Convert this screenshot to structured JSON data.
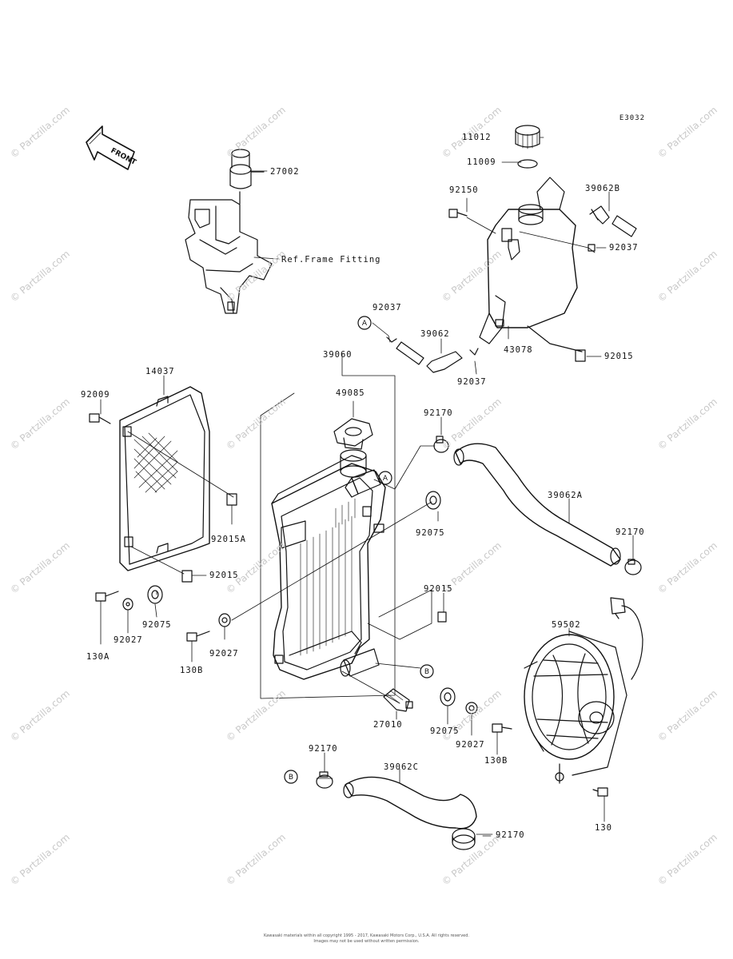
{
  "diagram_code": "E3032",
  "front_label": "FRONT",
  "watermark_text": "© Partzilla.com",
  "ref_label": "Ref.Frame Fitting",
  "callouts": {
    "a": "A",
    "b": "B"
  },
  "parts": {
    "p11012": "11012",
    "p11009": "11009",
    "p92150": "92150",
    "p39062b": "39062B",
    "p92037_top": "92037",
    "p27002": "27002",
    "p92037_left": "92037",
    "p39062": "39062",
    "p92037_bottom": "92037",
    "p43078": "43078",
    "p92015_top": "92015",
    "p39060": "39060",
    "p14037": "14037",
    "p49085": "49085",
    "p92009": "92009",
    "p92170_top": "92170",
    "p39062a": "39062A",
    "p92075_mid": "92075",
    "p92015a": "92015A",
    "p92170_right": "92170",
    "p92015_left": "92015",
    "p92015_mid": "92015",
    "p92075_left": "92075",
    "p92027_left": "92027",
    "p130a": "130A",
    "p92027_mid": "92027",
    "p130b_left": "130B",
    "p59502": "59502",
    "p27010": "27010",
    "p92075_bottom": "92075",
    "p92027_bottom": "92027",
    "p130b_right": "130B",
    "p92170_bottom_left": "92170",
    "p39062c": "39062C",
    "p130": "130",
    "p92170_bottom": "92170"
  },
  "footer": {
    "line1": "Kawasaki materials within all copyright 1995 - 2017, Kawasaki Motors Corp., U.S.A. All rights reserved.",
    "line2": "Images may not be used without written permission."
  }
}
